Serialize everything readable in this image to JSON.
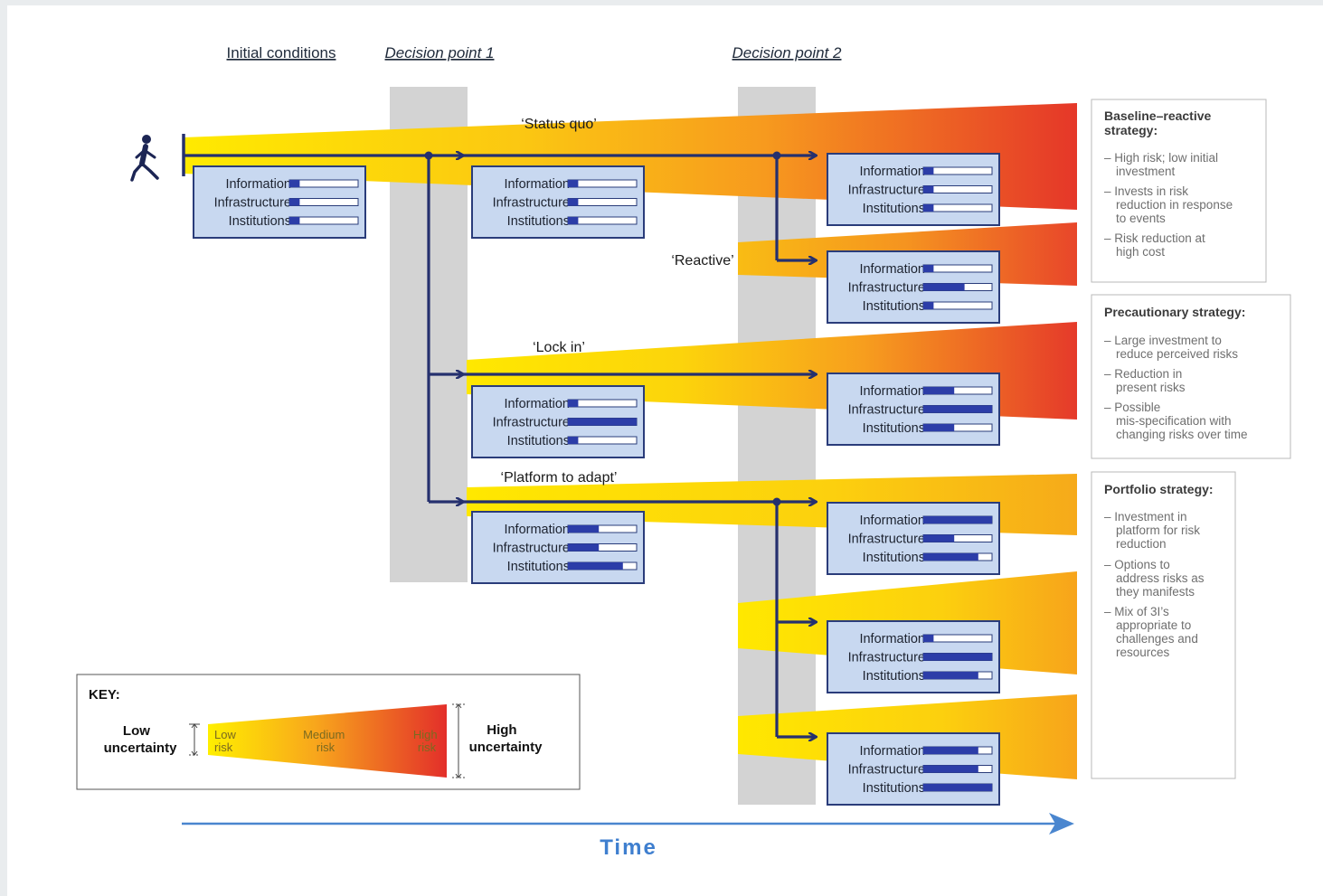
{
  "headers": {
    "initial": "Initial conditions",
    "decision1": "Decision point 1",
    "decision2": "Decision point 2"
  },
  "pathways": {
    "status_quo": "‘Status quo’",
    "reactive": "‘Reactive’",
    "lock_in": "‘Lock in’",
    "platform": "‘Platform to adapt’"
  },
  "row_labels": [
    "Information",
    "Infrastructure",
    "Institutions"
  ],
  "panels": [
    {
      "id": "initial",
      "levels": [
        0.15,
        0.15,
        0.15
      ]
    },
    {
      "id": "dp1-status",
      "levels": [
        0.15,
        0.15,
        0.15
      ]
    },
    {
      "id": "dp2-status",
      "levels": [
        0.15,
        0.15,
        0.15
      ]
    },
    {
      "id": "dp2-reactive",
      "levels": [
        0.15,
        0.6,
        0.15
      ]
    },
    {
      "id": "dp1-lockin",
      "levels": [
        0.15,
        1.0,
        0.15
      ]
    },
    {
      "id": "dp2-lockin",
      "levels": [
        0.45,
        1.0,
        0.45
      ]
    },
    {
      "id": "dp1-platform",
      "levels": [
        0.45,
        0.45,
        0.8
      ]
    },
    {
      "id": "dp2-platform-a",
      "levels": [
        1.0,
        0.45,
        0.8
      ]
    },
    {
      "id": "dp2-platform-b",
      "levels": [
        0.15,
        1.0,
        0.8
      ]
    },
    {
      "id": "dp2-platform-c",
      "levels": [
        0.8,
        0.8,
        1.0
      ]
    }
  ],
  "strategies": [
    {
      "title": "Baseline–reactive strategy:",
      "items": [
        "High risk; low initial investment",
        "Invests in risk reduction in response to events",
        "Risk reduction at high cost"
      ]
    },
    {
      "title": "Precautionary strategy:",
      "items": [
        "Large investment to reduce perceived risks",
        "Reduction in present risks",
        "Possible mis-specification with changing risks over time"
      ]
    },
    {
      "title": "Portfolio strategy:",
      "items": [
        "Investment in platform for risk reduction",
        "Options to address risks as they manifests",
        "Mix of 3I’s appropriate to challenges and resources"
      ]
    }
  ],
  "key": {
    "title": "KEY:",
    "low_uncertainty": "Low uncertainty",
    "high_uncertainty": "High uncertainty",
    "low_risk": "Low risk",
    "medium_risk": "Medium risk",
    "high_risk": "High risk"
  },
  "time_label": "Time",
  "icon": "walking-person-icon",
  "colors": {
    "box_fill": "#c8d8f0",
    "box_border": "#2a3c7a",
    "bar_fill": "#2c3da8",
    "arrow_color": "#25306e",
    "time_arrow": "#4a86cf",
    "decision_band": "#d3d3d3",
    "risk_low": "#ffe600",
    "risk_medium": "#f7a21b",
    "risk_high": "#e8362a"
  }
}
